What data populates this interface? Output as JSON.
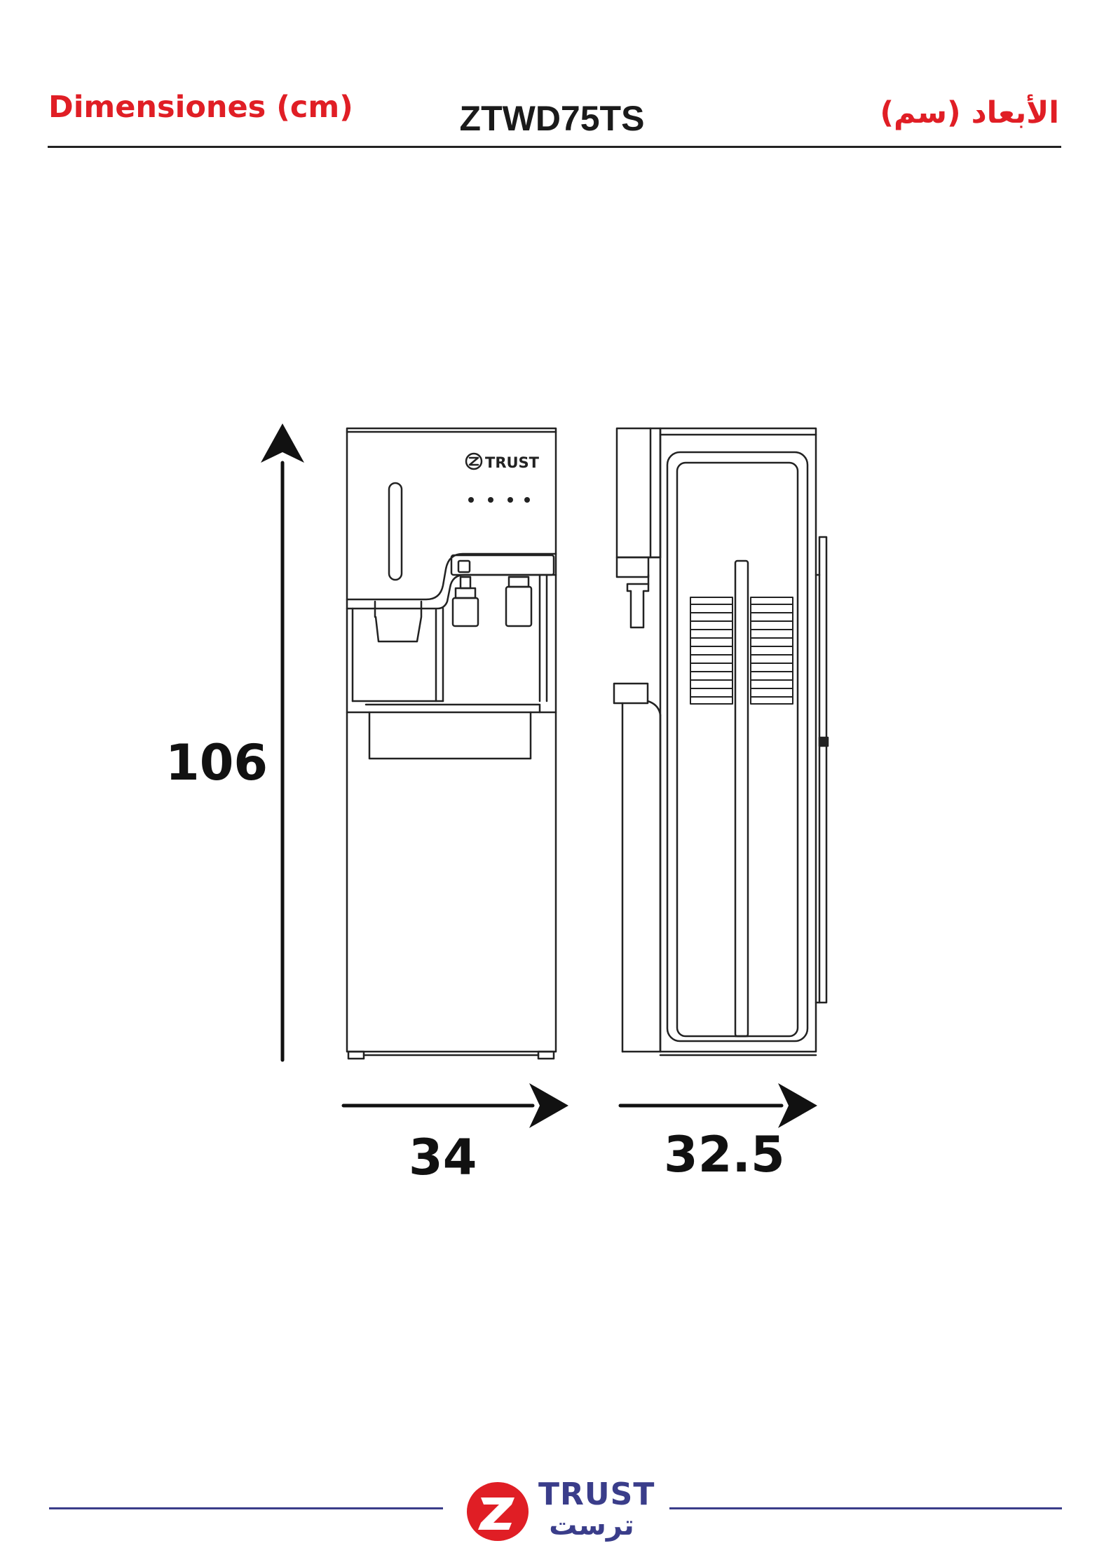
{
  "header": {
    "left_title": "Dimensiones (cm)",
    "model": "ZTWD75TS",
    "right_title": "الأبعاد (سم)"
  },
  "dimensions": {
    "height": "106",
    "width": "34",
    "depth": "32.5"
  },
  "product_logo": {
    "text": "TRUST"
  },
  "footer_logo": {
    "name_en": "TRUST",
    "name_ar": "ترست"
  },
  "colors": {
    "accent_red": "#e01e25",
    "brand_blue": "#3a3d8a",
    "line": "#222222"
  },
  "icons": {
    "height_arrow": "arrow-up-icon",
    "width_arrow": "arrow-right-icon",
    "depth_arrow": "arrow-right-icon",
    "logo_mark": "z-logo-icon"
  }
}
